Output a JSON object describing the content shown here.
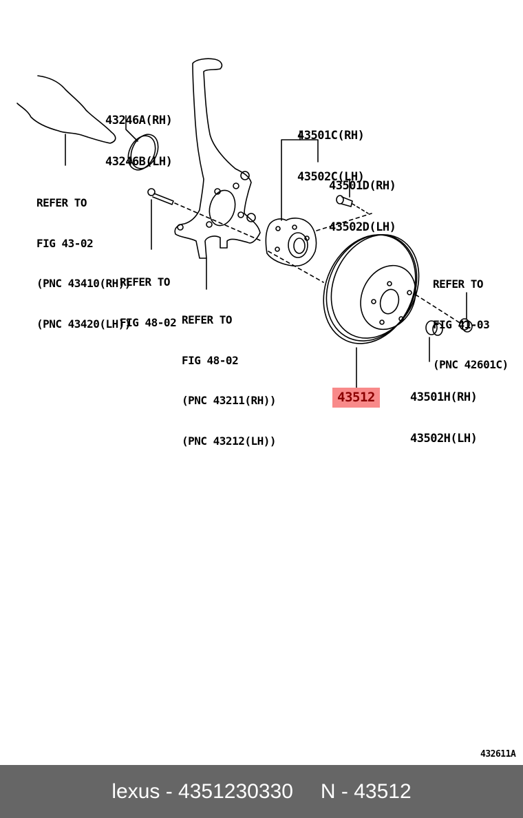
{
  "diagram": {
    "labels": {
      "seal": [
        "43246A(RH)",
        "43246B(LH)"
      ],
      "driveshaft_ref": [
        "REFER TO",
        "FIG 43-02",
        "(PNC 43410(RH))",
        "(PNC 43420(LH))"
      ],
      "bolt_ref": [
        "REFER TO",
        "FIG 48-02"
      ],
      "knuckle_ref": [
        "REFER TO",
        "FIG 48-02",
        "(PNC 43211(RH))",
        "(PNC 43212(LH))"
      ],
      "hub": [
        "43501C(RH)",
        "43502C(LH)"
      ],
      "hub_bolt": [
        "43501D(RH)",
        "43502D(LH)"
      ],
      "nut_ref": [
        "REFER TO",
        "FIG 41-03",
        "(PNC 42601C)"
      ],
      "hub_nut": [
        "43501H(RH)",
        "43502H(LH)"
      ]
    },
    "highlighted_part": "43512",
    "highlight_color": "#f88a8a",
    "figure_id": "432611A"
  },
  "footer": {
    "brand_part": "lexus - 4351230330",
    "pnc": "N - 43512",
    "background": "#666666"
  }
}
